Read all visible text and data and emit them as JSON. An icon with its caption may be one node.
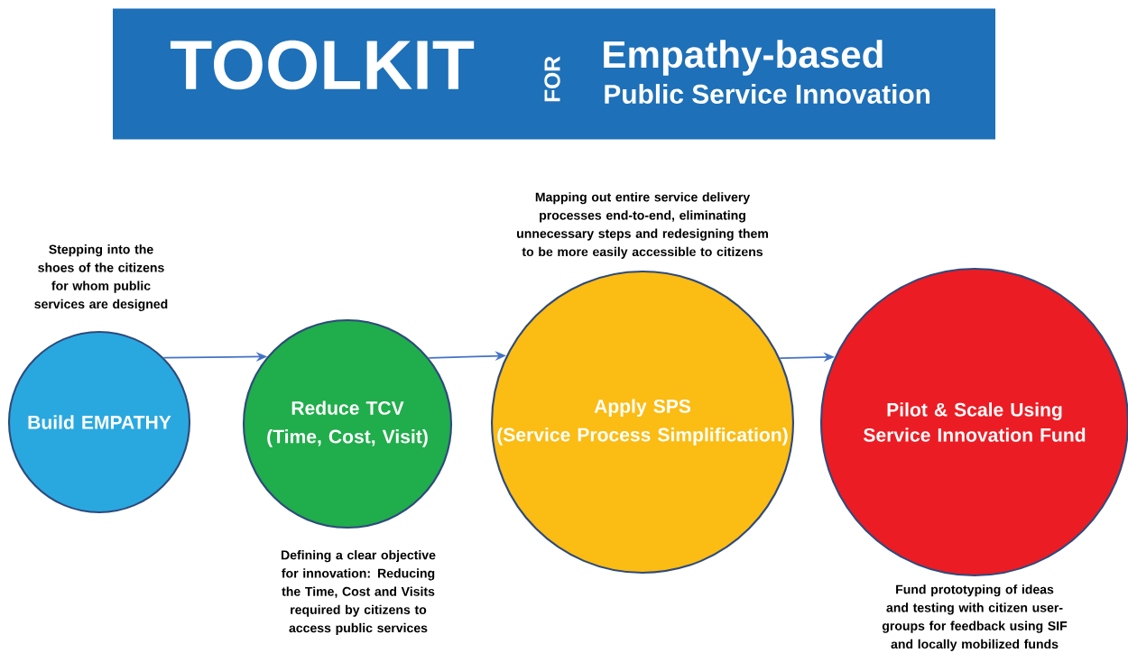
{
  "diagram": {
    "nodes": [
      {
        "text": [
          "TOOLKIT",
          "FOR",
          "Empathy-based",
          "Public Service Innovation"
        ]
      },
      {
        "text": [
          "Build EMPATHY"
        ],
        "beside": [
          "Stepping into the shoes of the citizens for whom public services are designed"
        ]
      },
      {
        "text": [
          "Reduce TCV",
          "(Time, Cost, Visit)"
        ],
        "beside": [
          "Defining a clear objective for innovation: Reducing the Time, Cost and Visits required by citizens to access public services"
        ]
      },
      {
        "text": [
          "Apply SPS",
          "(Service Process Simplification)"
        ],
        "beside": [
          "Mapping out entire service delivery processes end-to-end, eliminating unnecessary steps and redesigning them to be more easily accessible to citizens"
        ]
      },
      {
        "text": [
          "Pilot & Scale Using Service Innovation Fund"
        ],
        "beside": [
          "Fund prototyping of ideas and testing with citizen user-groups for feedback using SIF and locally mobilized funds"
        ]
      }
    ],
    "edges": [
      {
        "from": 1,
        "to": 2,
        "arrow": "to"
      },
      {
        "from": 2,
        "to": 3,
        "arrow": "to"
      },
      {
        "from": 3,
        "to": 4,
        "arrow": "to"
      }
    ]
  }
}
